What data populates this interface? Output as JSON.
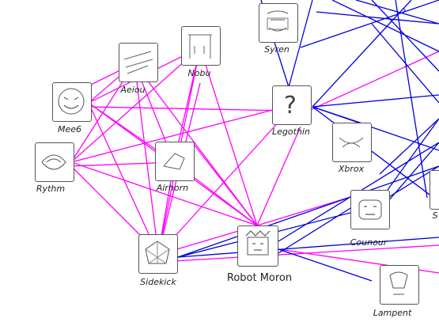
{
  "colors": {
    "friend_edge": "#ff00ff",
    "link_edge": "#0000dd",
    "box_border": "#555555"
  },
  "nodes": [
    {
      "id": "syren",
      "label": "Syren"
    },
    {
      "id": "aeiou",
      "label": "Aeiou"
    },
    {
      "id": "nobu",
      "label": "Nobu"
    },
    {
      "id": "meeb",
      "label": "Mee6"
    },
    {
      "id": "legothin",
      "label": "Legothin"
    },
    {
      "id": "rythm",
      "label": "Rythm"
    },
    {
      "id": "airhorn",
      "label": "Airhorn"
    },
    {
      "id": "xbrox",
      "label": "Xbrox"
    },
    {
      "id": "counour",
      "label": "Counour"
    },
    {
      "id": "sidekick",
      "label": "Sidekick"
    },
    {
      "id": "robotmoron",
      "label": "Robot Moron"
    },
    {
      "id": "lampent",
      "label": "Lampent"
    },
    {
      "id": "s_partial",
      "label": "S"
    }
  ],
  "annotations": {
    "question_mark": "?"
  }
}
